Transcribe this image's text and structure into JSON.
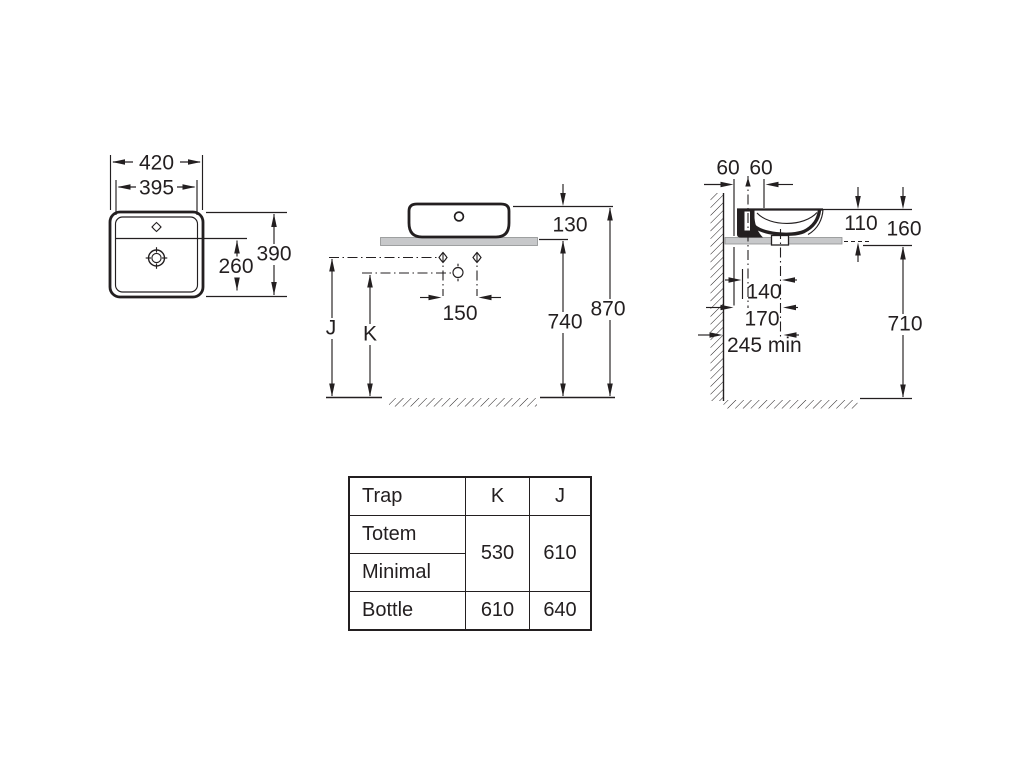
{
  "drawing": {
    "top_view": {
      "width_outer": "420",
      "width_inner": "395",
      "depth_overall": "390",
      "bowl_depth": "260"
    },
    "front_view": {
      "rim_above_counter": "130",
      "counter_height": "740",
      "rim_height_total": "870",
      "outlet_spacing": "150",
      "trap_dim_j": "J",
      "trap_dim_k": "K"
    },
    "side_view": {
      "wall_offset_a": "60",
      "wall_offset_b": "60",
      "rim_above_counter": "110",
      "rim_above_counter_underside": "160",
      "outlet_offset_a": "140",
      "outlet_offset_b": "170",
      "outlet_offset_min": "245 min",
      "counter_underside_height": "710"
    }
  },
  "trap_table": {
    "header": {
      "trap": "Trap",
      "k": "K",
      "j": "J"
    },
    "row_labels": {
      "totem": "Totem",
      "minimal": "Minimal",
      "bottle": "Bottle"
    },
    "values": {
      "totem_minimal_k": "530",
      "totem_minimal_j": "610",
      "bottle_k": "610",
      "bottle_j": "640"
    }
  },
  "colors": {
    "line": "#231f20",
    "counter_fill": "#c7c8ca",
    "background": "#ffffff"
  }
}
